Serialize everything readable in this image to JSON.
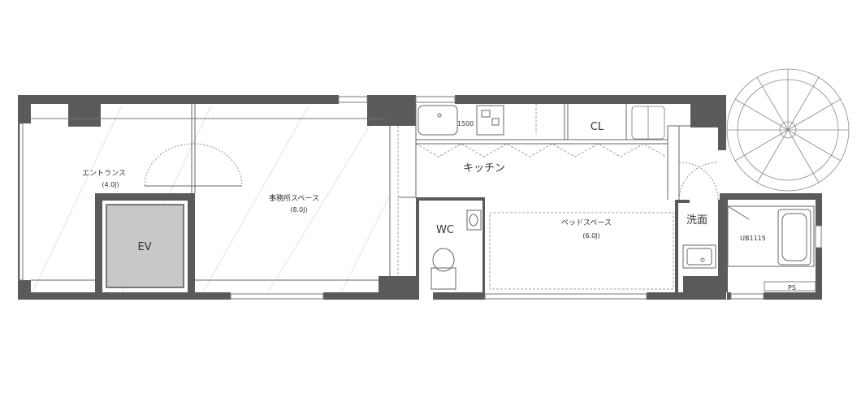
{
  "rooms": {
    "entrance": {
      "name": "エントランス",
      "size": "(4.0J)"
    },
    "office": {
      "name": "事務所スペース",
      "size": "(8.0J)"
    },
    "kitchen": {
      "name": "キッチン"
    },
    "closet": {
      "name": "CL"
    },
    "bed": {
      "name": "ベッドスペース",
      "size": "(6.0J)"
    },
    "wc": {
      "name": "WC"
    },
    "washroom": {
      "name": "洗面"
    },
    "elevator": {
      "name": "EV"
    },
    "bath": {
      "name": "UB1115"
    },
    "ps": {
      "name": "PS"
    }
  },
  "fixtures": {
    "kitchen_counter": "1500"
  },
  "colors": {
    "wall": "#5a5a5a",
    "elevator_fill": "#c8c8c8",
    "line": "#666666"
  }
}
